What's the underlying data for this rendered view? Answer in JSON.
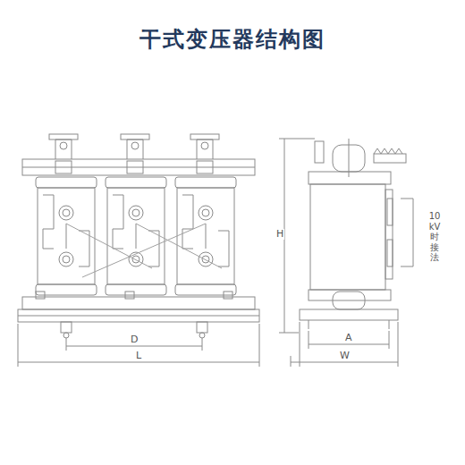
{
  "diagram": {
    "title": "干式变压器结构图",
    "labels": [
      "D",
      "L",
      "H",
      "A",
      "W",
      "10 kV时接法"
    ]
  }
}
